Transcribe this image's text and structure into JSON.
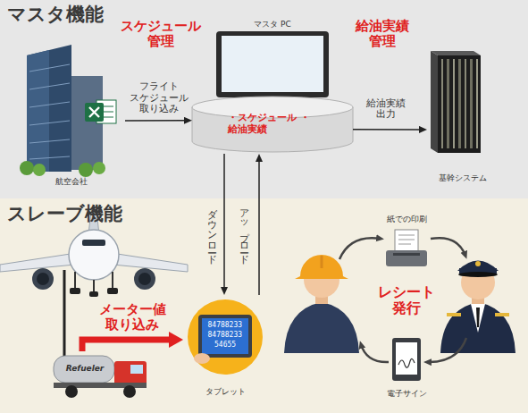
{
  "diagram": {
    "nodes": [
      {
        "text": [
          "マスタ機能"
        ]
      },
      {
        "text": [
          "航空会社"
        ],
        "in": 0
      },
      {
        "text": [
          "マスタ PC"
        ],
        "in": 0
      },
      {
        "text": [
          "・スケジュール ・給油実績"
        ],
        "in": 0
      },
      {
        "text": [
          "基幹システム"
        ],
        "in": 0
      },
      {
        "text": [
          "スレーブ機能"
        ]
      },
      {
        "text": [
          "Refueler"
        ],
        "in": 5
      },
      {
        "text": [
          "タブレット"
        ],
        "in": 5
      },
      {
        "text": [
          "紙での印刷"
        ],
        "in": 5
      },
      {
        "text": [
          "電子サイン"
        ],
        "in": 5
      }
    ],
    "edges": [
      {
        "from": 1,
        "to": 3,
        "label": "フライト スケジュール 取り込み",
        "arrow": "to"
      },
      {
        "from": 3,
        "to": 4,
        "label": "給油実績 出力",
        "arrow": "to"
      },
      {
        "from": 3,
        "to": 7,
        "label": "ダウンロード",
        "arrow": "to"
      },
      {
        "from": 7,
        "to": 3,
        "label": "アップロード",
        "arrow": "to"
      },
      {
        "from": 6,
        "to": 7,
        "label": "メーター値 取り込み",
        "arrow": "to"
      }
    ],
    "labels": [
      "スケジュール 管理",
      "給油実績 管理",
      "レシート 発行",
      "84788233",
      "84788233",
      "54655"
    ]
  }
}
